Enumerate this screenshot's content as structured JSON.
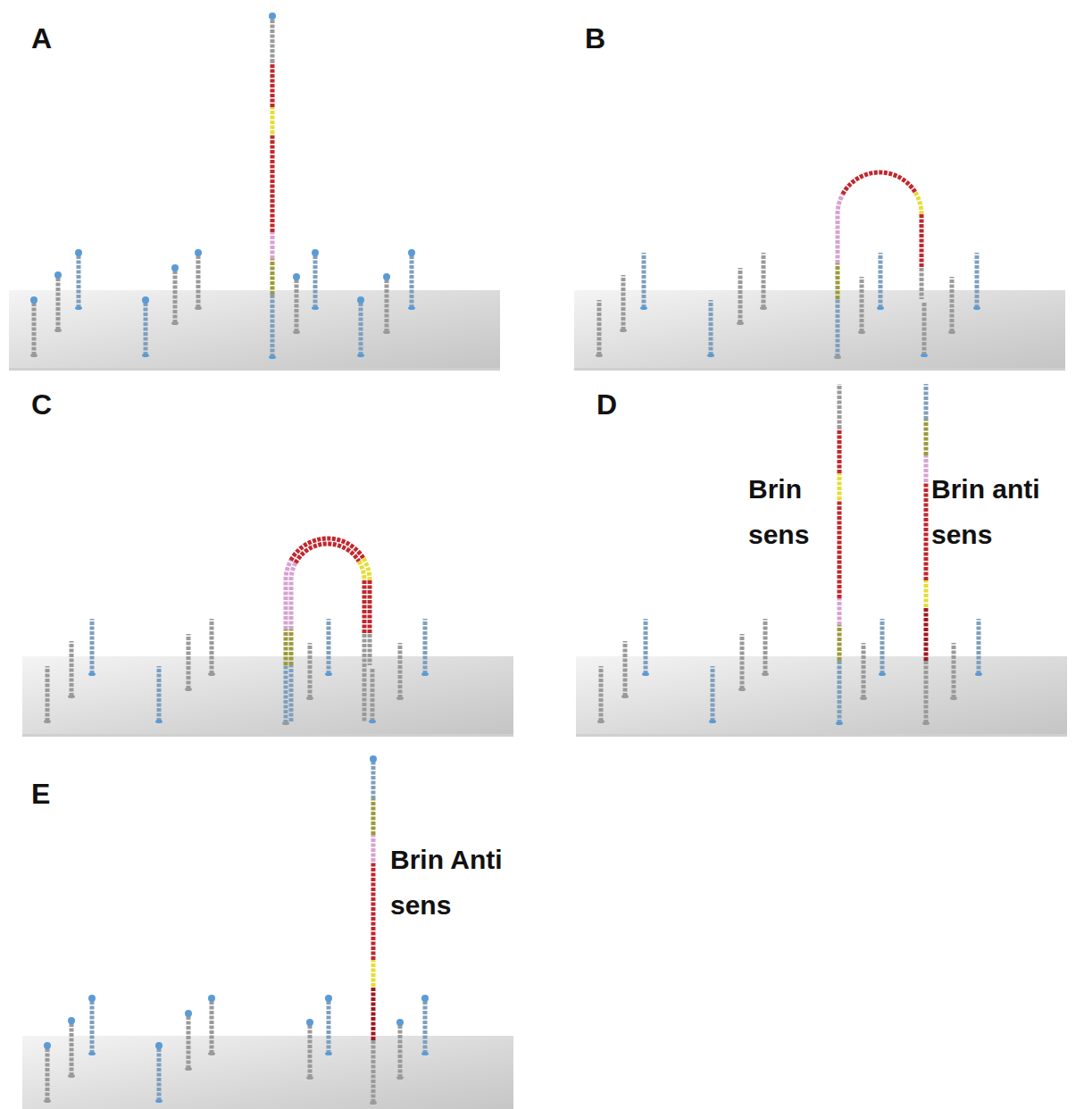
{
  "diagram": {
    "labels": [
      "A",
      "B",
      "C",
      "D",
      "E",
      "Brin sens",
      "Brin anti sens",
      "Brin Anti sens"
    ]
  }
}
